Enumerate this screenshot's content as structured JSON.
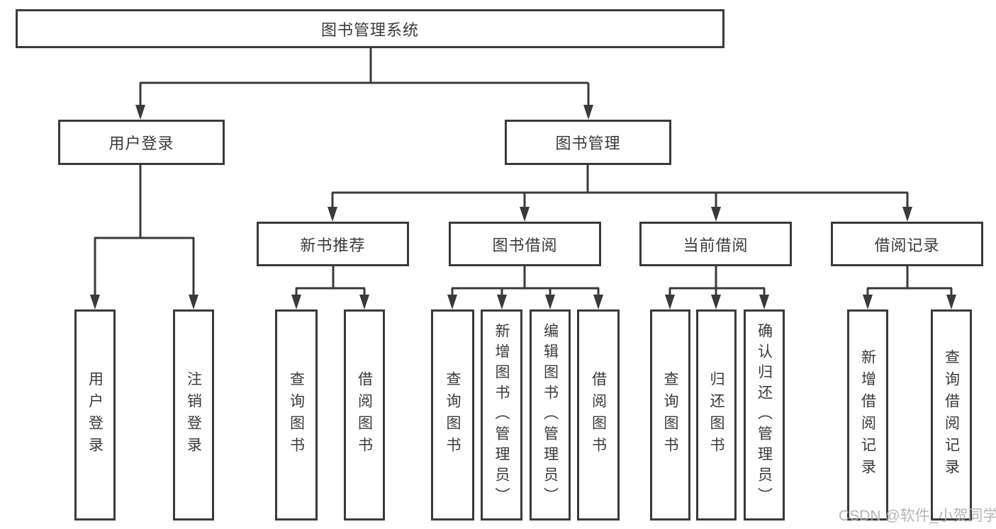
{
  "tree": {
    "label": "图书管理系统",
    "children": [
      {
        "label": "用户登录",
        "children": [
          {
            "label": "用户登录"
          },
          {
            "label": "注销登录"
          }
        ]
      },
      {
        "label": "图书管理",
        "children": [
          {
            "label": "新书推荐",
            "children": [
              {
                "label": "查询图书"
              },
              {
                "label": "借阅图书"
              }
            ]
          },
          {
            "label": "图书借阅",
            "children": [
              {
                "label": "查询图书"
              },
              {
                "label": "新增图书（管理员）"
              },
              {
                "label": "编辑图书（管理员）"
              },
              {
                "label": "借阅图书"
              }
            ]
          },
          {
            "label": "当前借阅",
            "children": [
              {
                "label": "查询图书"
              },
              {
                "label": "归还图书"
              },
              {
                "label": "确认归还（管理员）"
              }
            ]
          },
          {
            "label": "借阅记录",
            "children": [
              {
                "label": "新增借阅记录"
              },
              {
                "label": "查询借阅记录"
              }
            ]
          }
        ]
      }
    ]
  },
  "watermark": {
    "text": "CSDN @软件_小贺同学"
  },
  "colors": {
    "line": "#3a3a3a",
    "box_border": "#3a3a3a",
    "text": "#3a3a3a",
    "background": "#ffffff",
    "watermark": "#b0b0b0"
  }
}
